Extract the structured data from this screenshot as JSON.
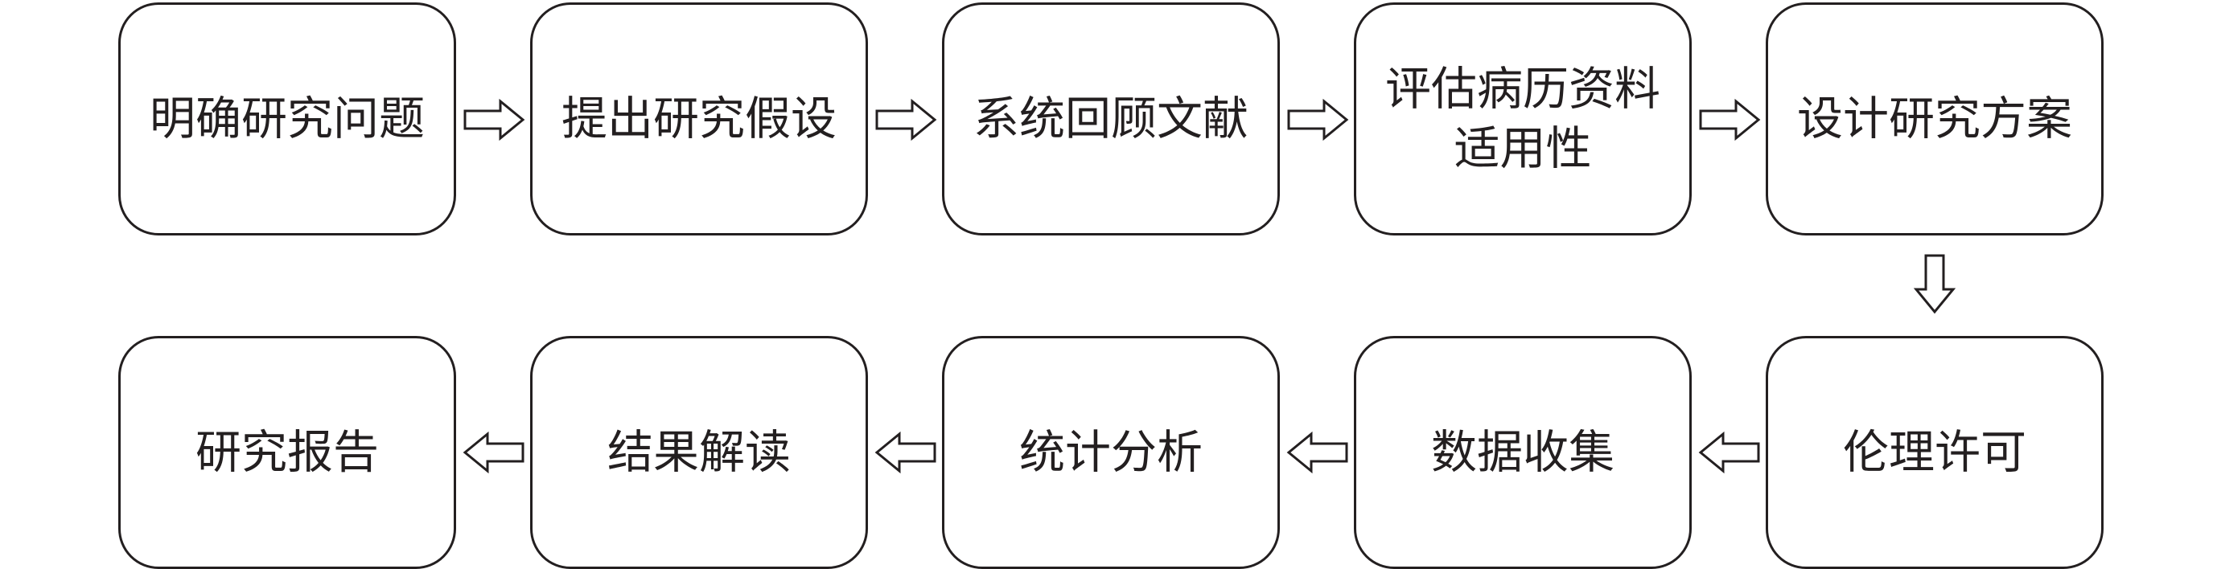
{
  "flow": {
    "top_row": [
      {
        "lines": [
          "明确研究问题"
        ]
      },
      {
        "lines": [
          "提出研究假设"
        ]
      },
      {
        "lines": [
          "系统回顾文献"
        ]
      },
      {
        "lines": [
          "评估病历资料",
          "适用性"
        ]
      },
      {
        "lines": [
          "设计研究方案"
        ]
      }
    ],
    "bottom_row": [
      {
        "lines": [
          "研究报告"
        ]
      },
      {
        "lines": [
          "结果解读"
        ]
      },
      {
        "lines": [
          "统计分析"
        ]
      },
      {
        "lines": [
          "数据收集"
        ]
      },
      {
        "lines": [
          "伦理许可"
        ]
      }
    ],
    "connectors": {
      "top_row": "right-arrows",
      "between_rows": "down-arrow",
      "bottom_row": "left-arrows"
    }
  }
}
